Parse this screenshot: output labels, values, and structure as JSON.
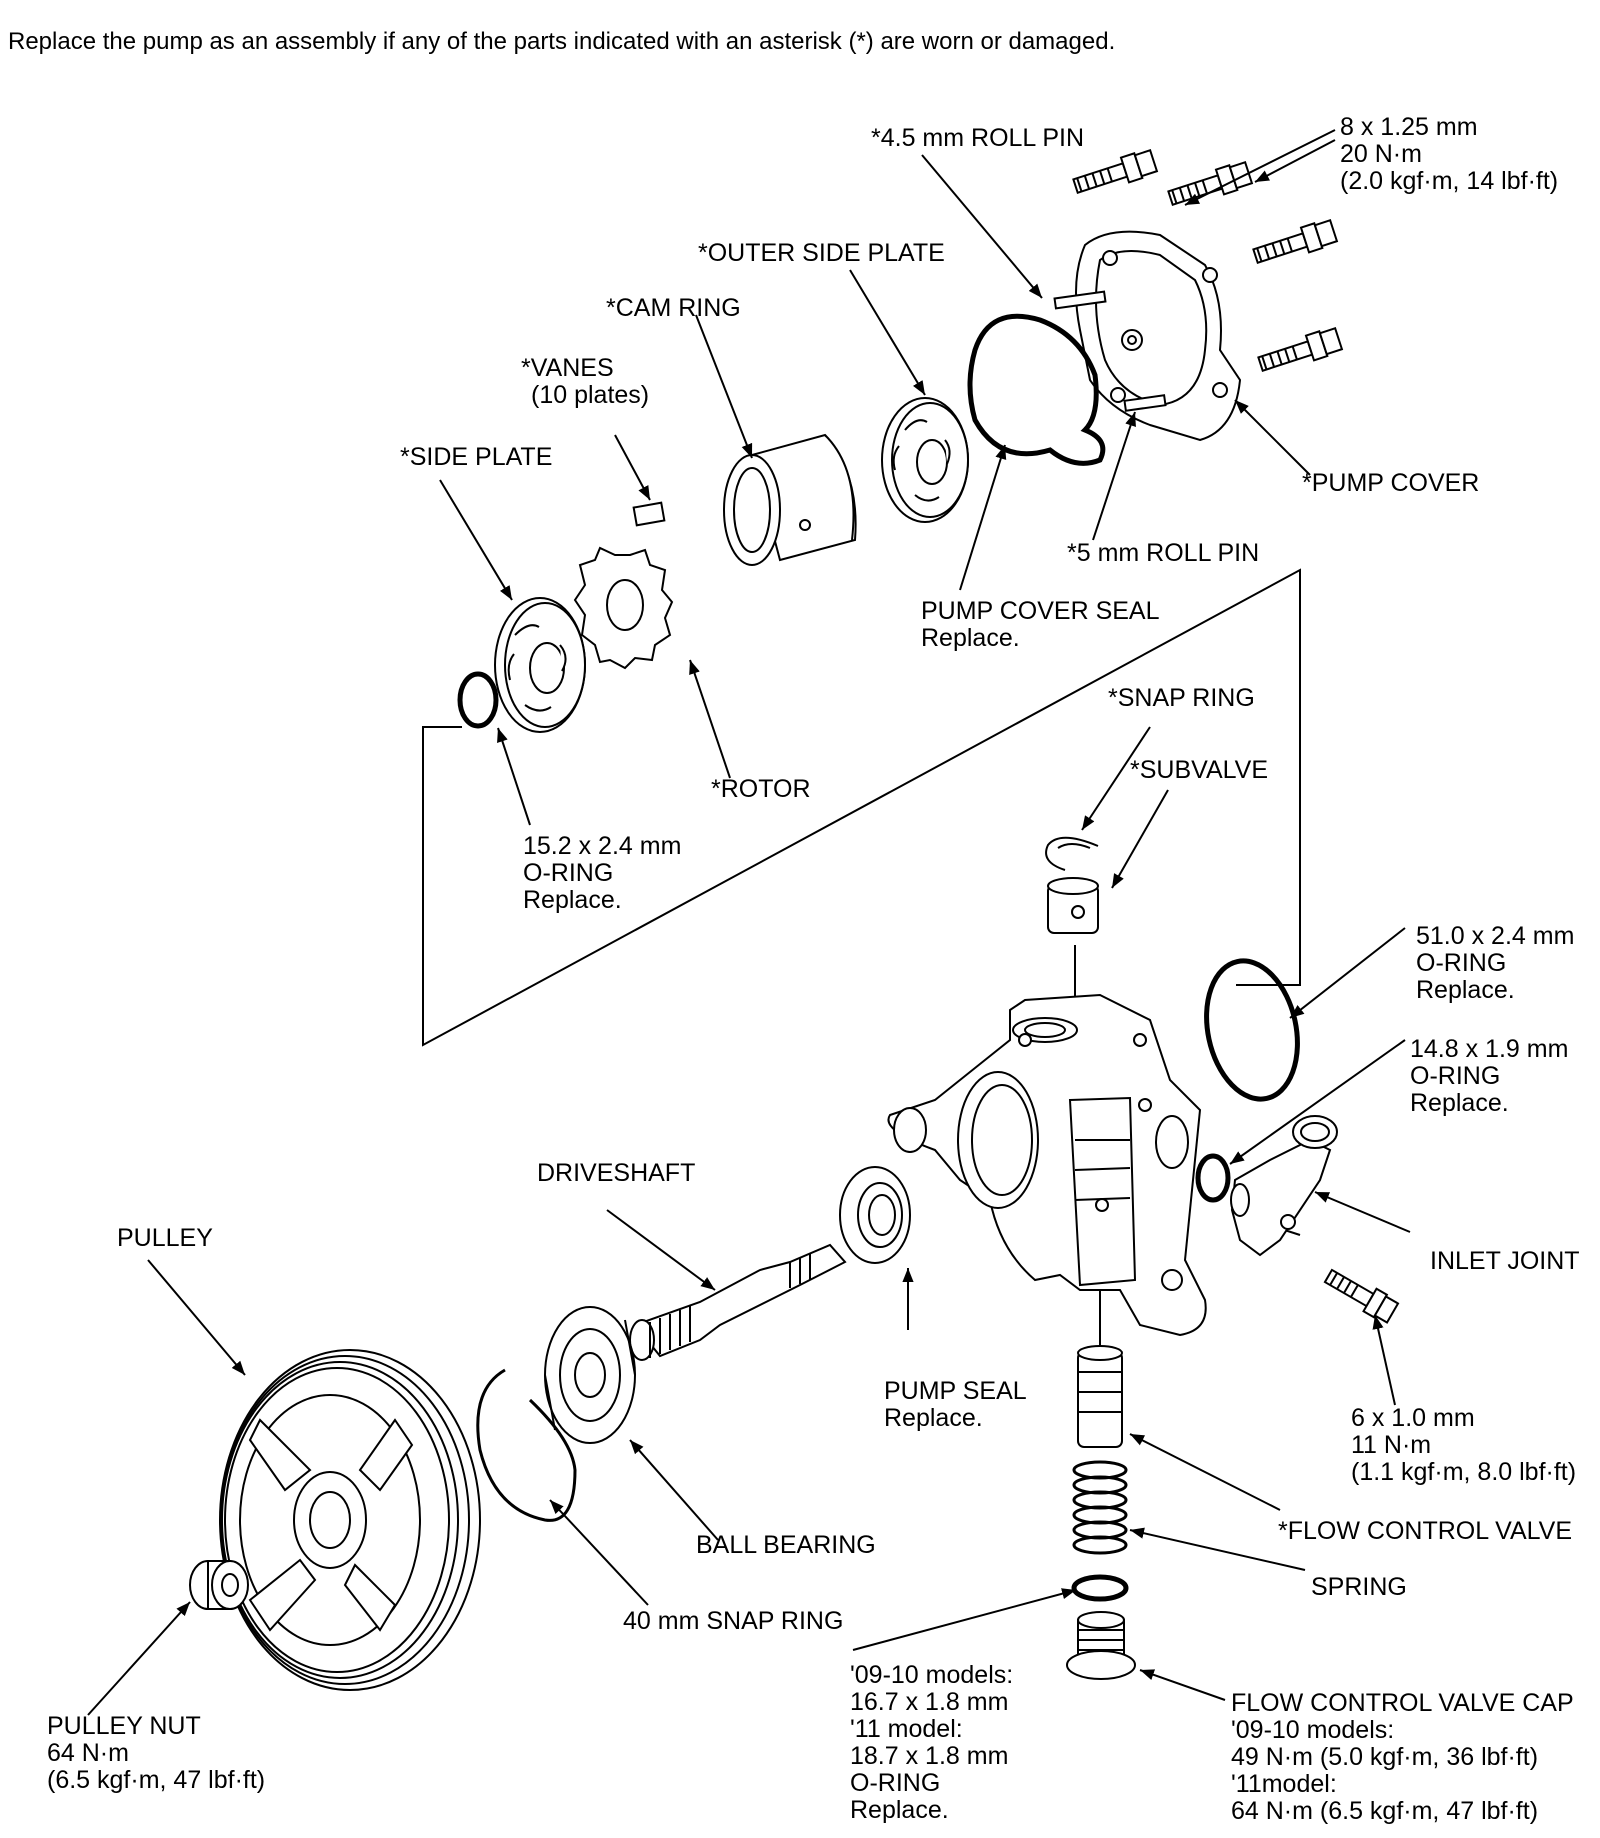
{
  "header": "Replace the pump as an assembly if any of the parts indicated with an asterisk (*) are worn or damaged.",
  "labels": {
    "roll_pin_45": "*4.5 mm ROLL PIN",
    "bolt_8": [
      "8 x 1.25 mm",
      "20 N·m",
      "(2.0 kgf·m, 14 lbf·ft)"
    ],
    "outer_side_plate": "*OUTER SIDE PLATE",
    "cam_ring": "*CAM RING",
    "vanes": [
      "*VANES",
      "(10 plates)"
    ],
    "side_plate": "*SIDE PLATE",
    "pump_cover": "*PUMP COVER",
    "roll_pin_5": "*5 mm ROLL PIN",
    "pump_cover_seal": [
      "PUMP COVER SEAL",
      "Replace."
    ],
    "rotor": "*ROTOR",
    "oring_152": [
      "15.2 x 2.4 mm",
      "O-RING",
      "Replace."
    ],
    "snap_ring": "*SNAP RING",
    "subvalve": "*SUBVALVE",
    "oring_510": [
      "51.0 x 2.4 mm",
      "O-RING",
      "Replace."
    ],
    "oring_148": [
      "14.8 x 1.9 mm",
      "O-RING",
      "Replace."
    ],
    "driveshaft": "DRIVESHAFT",
    "pulley": "PULLEY",
    "inlet_joint": "INLET JOINT",
    "pump_seal": [
      "PUMP SEAL",
      "Replace."
    ],
    "bolt_6": [
      "6 x 1.0 mm",
      "11 N·m",
      "(1.1 kgf·m, 8.0 lbf·ft)"
    ],
    "flow_control_valve": "*FLOW CONTROL VALVE",
    "ball_bearing": "BALL BEARING",
    "spring": "SPRING",
    "snap_ring_40": "40 mm SNAP RING",
    "fcv_oring": [
      "'09-10 models:",
      "16.7 x 1.8 mm",
      "'11 model:",
      "18.7 x 1.8 mm",
      "O-RING",
      "Replace."
    ],
    "fcv_cap": [
      "FLOW CONTROL VALVE CAP",
      "'09-10 models:",
      "49 N·m (5.0 kgf·m, 36 lbf·ft)",
      "'11model:",
      "64 N·m (6.5 kgf·m, 47 lbf·ft)"
    ],
    "pulley_nut": [
      "PULLEY NUT",
      "64 N·m",
      "(6.5 kgf·m, 47 lbf·ft)"
    ]
  }
}
